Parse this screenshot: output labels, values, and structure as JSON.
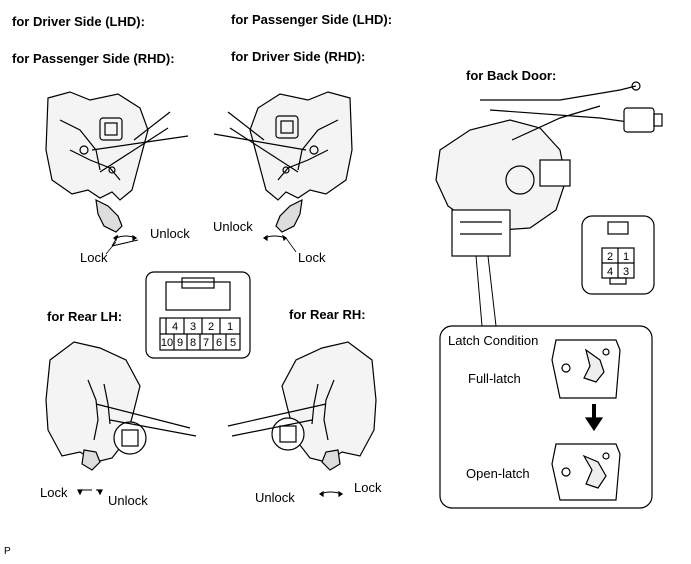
{
  "headings": {
    "driver_lhd": "for Driver Side (LHD):",
    "passenger_rhd": "for Passenger Side (RHD):",
    "passenger_lhd": "for Passenger Side (LHD):",
    "driver_rhd": "for Driver Side (RHD):",
    "back_door": "for Back Door:",
    "rear_lh": "for Rear LH:",
    "rear_rh": "for Rear RH:"
  },
  "front_left": {
    "unlock": "Unlock",
    "lock": "Lock"
  },
  "front_right": {
    "unlock": "Unlock",
    "lock": "Lock"
  },
  "rear_left": {
    "lock": "Lock",
    "unlock": "Unlock"
  },
  "rear_right": {
    "unlock": "Unlock",
    "lock": "Lock"
  },
  "connector_10": {
    "top_row": [
      "4",
      "3",
      "2",
      "1"
    ],
    "bottom_row": [
      "10",
      "9",
      "8",
      "7",
      "6",
      "5"
    ]
  },
  "connector_4": {
    "top_row": [
      "2",
      "1"
    ],
    "bottom_row": [
      "4",
      "3"
    ]
  },
  "latch_box": {
    "title": "Latch Condition",
    "full_latch": "Full-latch",
    "open_latch": "Open-latch"
  },
  "corner_mark": "P"
}
